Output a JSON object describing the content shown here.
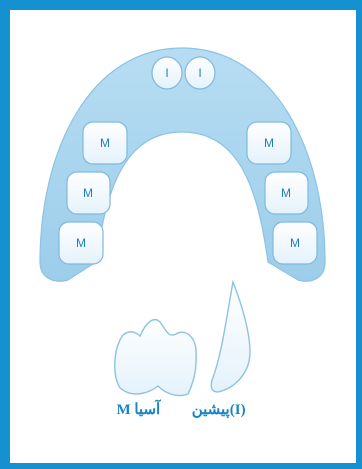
{
  "diagram": {
    "incisor_letter": "I",
    "molar_letter": "M",
    "legend": {
      "molar": "M آسیا",
      "incisor": "پیشین(I)"
    }
  }
}
